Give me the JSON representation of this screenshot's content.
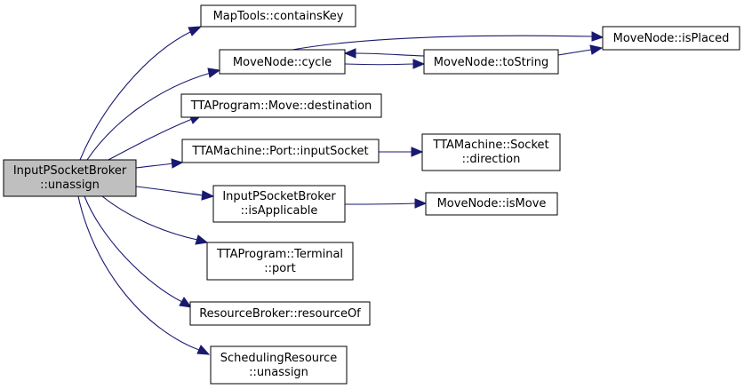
{
  "colors": {
    "edge": "#191970",
    "node_fill": "#ffffff",
    "root_fill": "#bfbfbf",
    "node_border": "#000000",
    "highlight_border": "#ff0000"
  },
  "nodes": {
    "root": {
      "lines": [
        "InputPSocketBroker",
        "::unassign"
      ]
    },
    "contains_key": {
      "lines": [
        "MapTools::containsKey"
      ]
    },
    "cycle": {
      "lines": [
        "MoveNode::cycle"
      ]
    },
    "to_string": {
      "lines": [
        "MoveNode::toString"
      ]
    },
    "is_placed": {
      "lines": [
        "MoveNode::isPlaced"
      ]
    },
    "destination": {
      "lines": [
        "TTAProgram::Move::destination"
      ]
    },
    "input_socket": {
      "lines": [
        "TTAMachine::Port::inputSocket"
      ]
    },
    "direction": {
      "lines": [
        "TTAMachine::Socket",
        "::direction"
      ]
    },
    "is_applicable": {
      "lines": [
        "InputPSocketBroker",
        "::isApplicable"
      ]
    },
    "is_move": {
      "lines": [
        "MoveNode::isMove"
      ]
    },
    "port": {
      "lines": [
        "TTAProgram::Terminal",
        "::port"
      ]
    },
    "resource_of": {
      "lines": [
        "ResourceBroker::resourceOf"
      ]
    },
    "sr_unassign": {
      "lines": [
        "SchedulingResource",
        "::unassign"
      ]
    }
  }
}
